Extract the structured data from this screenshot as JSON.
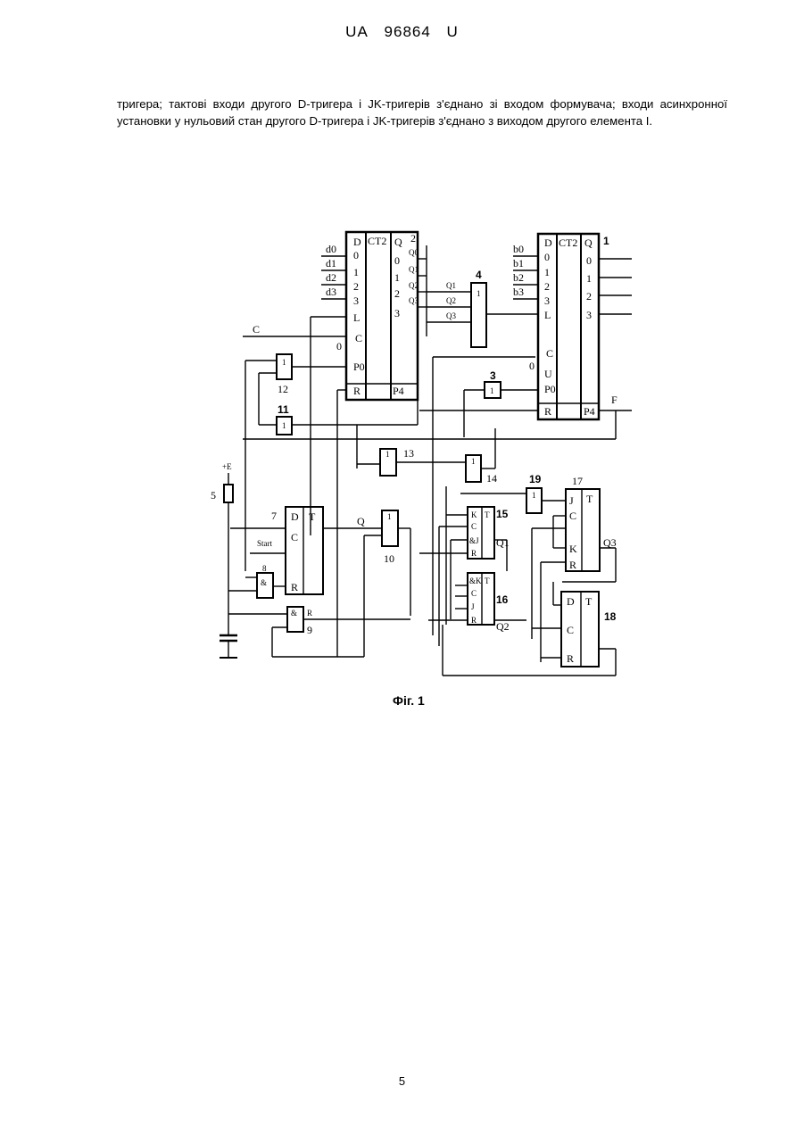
{
  "header": {
    "code": "UA",
    "number": "96864",
    "type": "U"
  },
  "paragraph": "тригера; тактові входи другого D-тригера і JK-тригерів з'єднано зі входом формувача; входи асинхронної установки у нульовий стан другого D-тригера і JK-тригерів з'єднано з виходом другого елемента І.",
  "figure": {
    "caption": "Фіг. 1",
    "counter1": {
      "title": "CT2",
      "inputs": [
        "d0",
        "d1",
        "d2",
        "d3"
      ],
      "pins": [
        "D",
        "0",
        "1",
        "2",
        "3",
        "L",
        "C",
        "P0",
        "R"
      ],
      "outputs": [
        "Q",
        "0",
        "1",
        "2",
        "3",
        "P4"
      ],
      "out_labels": [
        "Q0",
        "Q1",
        "Q2",
        "Q3"
      ],
      "label": "2"
    },
    "counter2": {
      "title": "CT2",
      "inputs": [
        "b0",
        "b1",
        "b2",
        "b3"
      ],
      "pins": [
        "D",
        "0",
        "1",
        "2",
        "3",
        "L",
        "C",
        "U",
        "P0",
        "R"
      ],
      "outputs": [
        "Q",
        "0",
        "1",
        "2",
        "3",
        "P4"
      ],
      "label": "1"
    },
    "signals": {
      "clock": "C",
      "zero": "0",
      "power": "+E",
      "start": "Start",
      "out_f": "F",
      "q": "Q",
      "rbar": "R"
    },
    "gates": {
      "g4": "4",
      "g3": "3",
      "g12": "12",
      "g11": "11",
      "g13": "13",
      "g14": "14",
      "g10": "10",
      "g9": "9",
      "g8": "8",
      "g19": "19",
      "one": "1",
      "and": "&"
    },
    "blocks": {
      "b5": "5",
      "b7": "7",
      "b15": "15",
      "b16": "16",
      "b17": "17",
      "b18": "18"
    },
    "ff_labels": {
      "D": "D",
      "T": "T",
      "C": "C",
      "R": "R",
      "J": "J",
      "K": "K",
      "KJ": "&J",
      "KK": "&K",
      "Q1": "Q1",
      "Q2": "Q2",
      "Q3": "Q3"
    }
  },
  "page_number": "5"
}
